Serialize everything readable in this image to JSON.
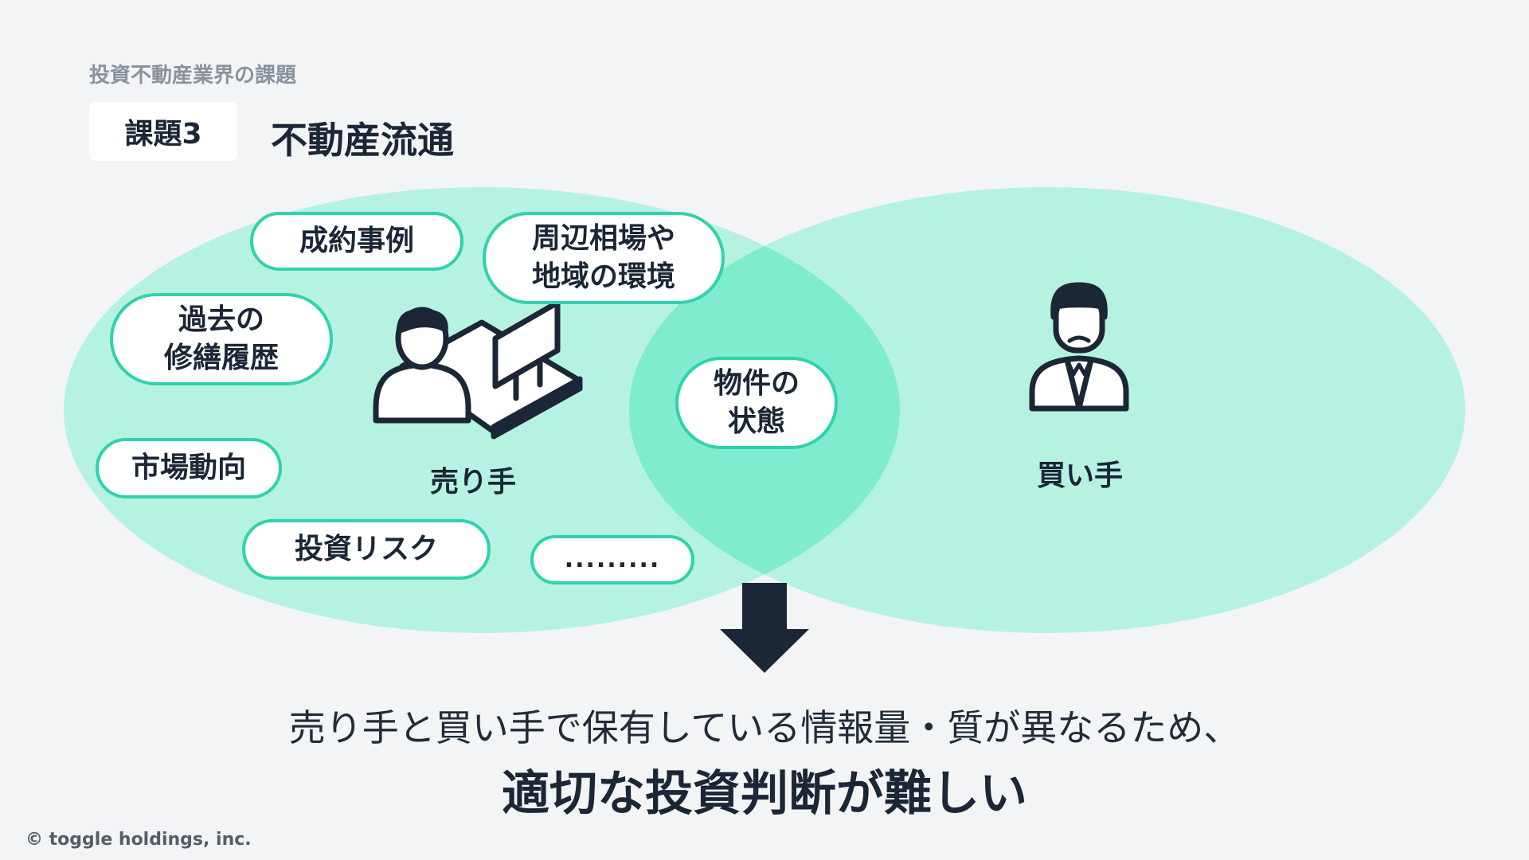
{
  "header": {
    "eyebrow": "投資不動産業界の課題",
    "badge": "課題3",
    "title": "不動産流通"
  },
  "diagram": {
    "seller_label": "売り手",
    "buyer_label": "買い手",
    "seller_factors": [
      "成約事例",
      "周辺相場や\n地域の環境",
      "過去の\n修繕履歴",
      "市場動向",
      "投資リスク",
      "........."
    ],
    "shared_factor": "物件の\n状態",
    "colors": {
      "circle_fill": "#a6f1dc",
      "overlap_fill": "#7eeccd",
      "pill_border": "#2fd2ad",
      "arrow": "#1b2636"
    },
    "icons": [
      "seller-person-icon",
      "laptop-icon",
      "buyer-person-icon",
      "down-arrow-icon"
    ]
  },
  "conclusion": {
    "line1": "売り手と買い手で保有している情報量・質が異なるため、",
    "line2": "適切な投資判断が難しい"
  },
  "footer": {
    "copyright": "© toggle holdings, inc."
  }
}
